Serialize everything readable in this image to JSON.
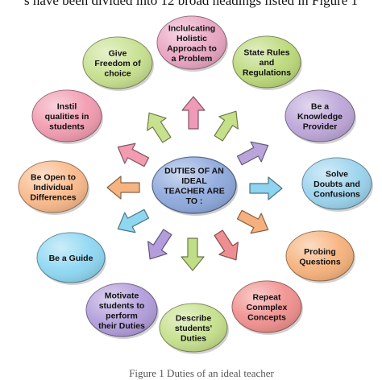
{
  "caption_top": "s have been divided into 12 broad headings listed in Figure 1",
  "caption_bottom": "Figure 1 Duties of an ideal teacher",
  "center": {
    "lines": [
      "DUTIES OF AN",
      "IDEAL",
      "TEACHER  ARE",
      "TO :"
    ],
    "color": "#8ea9dd"
  },
  "nodes": [
    {
      "id": "inculcating",
      "lines": [
        "Inclulcating",
        "Holistic",
        "Approach to",
        "a Problem"
      ],
      "color": "#e9a5c2"
    },
    {
      "id": "state-rules",
      "lines": [
        "State Rules",
        "and",
        "Regulations"
      ],
      "color": "#bcd97a"
    },
    {
      "id": "knowledge",
      "lines": [
        "Be a",
        "Knowledge",
        "Provider"
      ],
      "color": "#bda6d9"
    },
    {
      "id": "solve-doubts",
      "lines": [
        "Solve",
        "Doubts and",
        "Confusions"
      ],
      "color": "#9bd3ee"
    },
    {
      "id": "probing",
      "lines": [
        "Probing",
        "Questions"
      ],
      "color": "#f6b27c"
    },
    {
      "id": "repeat",
      "lines": [
        "Repeat",
        "Conmplex",
        "Concepts"
      ],
      "color": "#f0908e"
    },
    {
      "id": "describe",
      "lines": [
        "Describe",
        "students'",
        "Duties"
      ],
      "color": "#c6e08c"
    },
    {
      "id": "motivate",
      "lines": [
        "Motivate",
        "students to",
        "perform",
        "their Duties"
      ],
      "color": "#b29ddb"
    },
    {
      "id": "guide",
      "lines": [
        "Be a Guide"
      ],
      "color": "#8ed7f2"
    },
    {
      "id": "open",
      "lines": [
        "Be Open to",
        "Individual",
        "Differences"
      ],
      "color": "#f9b98a"
    },
    {
      "id": "instil",
      "lines": [
        "Instil",
        "qualities in",
        "students"
      ],
      "color": "#f29bb0"
    },
    {
      "id": "freedom",
      "lines": [
        "Give",
        "Freedom of",
        "choice"
      ],
      "color": "#c7e08f"
    }
  ],
  "arrows": [
    {
      "id": "up",
      "color": "#ef9ab6"
    },
    {
      "id": "up-right",
      "color": "#c6e08a"
    },
    {
      "id": "right-up",
      "color": "#b9a5da"
    },
    {
      "id": "right",
      "color": "#8ed3ef"
    },
    {
      "id": "right-down",
      "color": "#f5b07e"
    },
    {
      "id": "down-right",
      "color": "#ef8e92"
    },
    {
      "id": "down",
      "color": "#c0de86"
    },
    {
      "id": "down-left",
      "color": "#b39ddb"
    },
    {
      "id": "left-down",
      "color": "#8fd6f1"
    },
    {
      "id": "left",
      "color": "#f6b481"
    },
    {
      "id": "left-up",
      "color": "#f19cb1"
    },
    {
      "id": "up-left",
      "color": "#c8e18e"
    }
  ]
}
